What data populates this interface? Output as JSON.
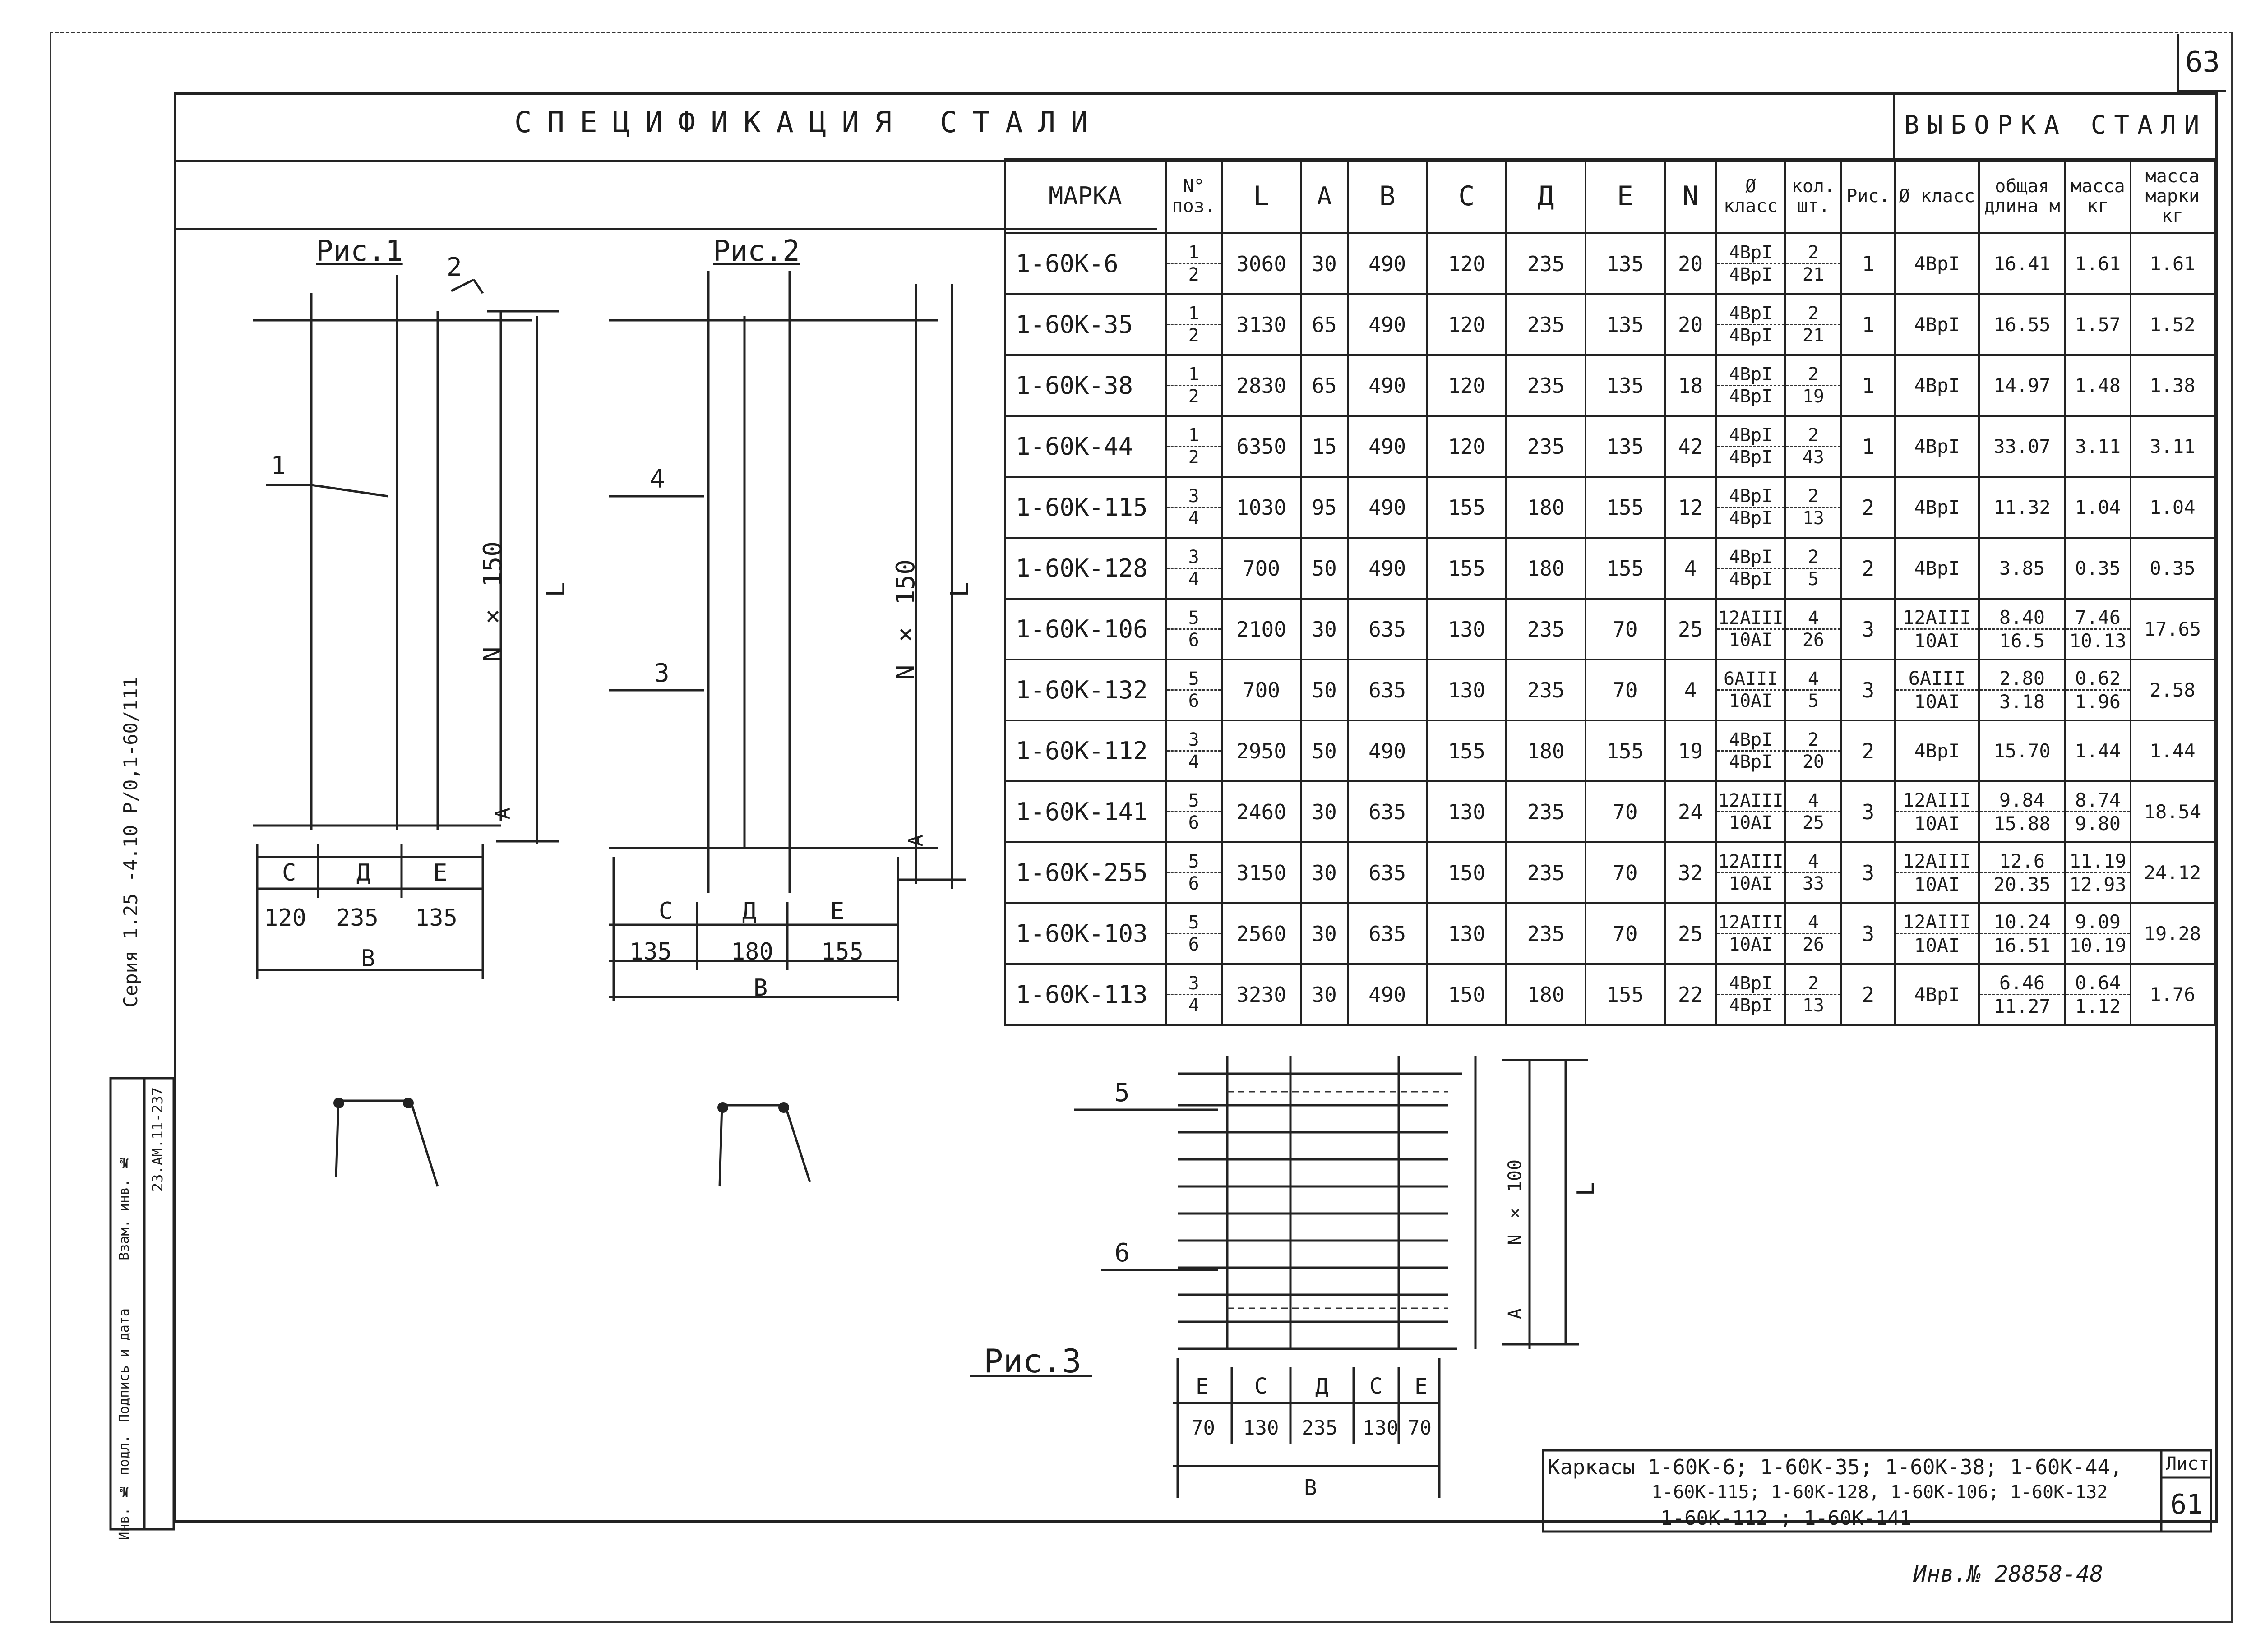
{
  "sheet_number_top": "63",
  "spec_title": "СПЕЦИФИКАЦИЯ СТАЛИ",
  "selection_title": "ВЫБОРКА СТАЛИ",
  "headers": {
    "mark": "МАРКА",
    "pos": "N° поз.",
    "L": "L",
    "A": "A",
    "B": "B",
    "C": "C",
    "D": "Д",
    "E": "Е",
    "N": "N",
    "dia": "Ø класс",
    "qty": "кол. шт.",
    "fig": "Рис.",
    "sel_dia": "Ø класс",
    "total_length": "общая длина м",
    "mass_kg": "масса кг",
    "mark_mass": "масса марки кг"
  },
  "rows": [
    {
      "mark": "1-60К-6",
      "pos": [
        "1",
        "2"
      ],
      "L": "3060",
      "A": "30",
      "B": "490",
      "C": "120",
      "D": "235",
      "E": "135",
      "N": "20",
      "dia": [
        "4ВрI",
        "4ВрI"
      ],
      "qty": [
        "2",
        "21"
      ],
      "fig": "1",
      "sel_dia": [
        "4ВрI"
      ],
      "len": [
        "16.41"
      ],
      "mass": [
        "1.61"
      ],
      "total": "1.61"
    },
    {
      "mark": "1-60К-35",
      "pos": [
        "1",
        "2"
      ],
      "L": "3130",
      "A": "65",
      "B": "490",
      "C": "120",
      "D": "235",
      "E": "135",
      "N": "20",
      "dia": [
        "4ВрI",
        "4ВрI"
      ],
      "qty": [
        "2",
        "21"
      ],
      "fig": "1",
      "sel_dia": [
        "4ВрI"
      ],
      "len": [
        "16.55"
      ],
      "mass": [
        "1.57"
      ],
      "total": "1.52"
    },
    {
      "mark": "1-60К-38",
      "pos": [
        "1",
        "2"
      ],
      "L": "2830",
      "A": "65",
      "B": "490",
      "C": "120",
      "D": "235",
      "E": "135",
      "N": "18",
      "dia": [
        "4ВрI",
        "4ВрI"
      ],
      "qty": [
        "2",
        "19"
      ],
      "fig": "1",
      "sel_dia": [
        "4ВрI"
      ],
      "len": [
        "14.97"
      ],
      "mass": [
        "1.48"
      ],
      "total": "1.38"
    },
    {
      "mark": "1-60К-44",
      "pos": [
        "1",
        "2"
      ],
      "L": "6350",
      "A": "15",
      "B": "490",
      "C": "120",
      "D": "235",
      "E": "135",
      "N": "42",
      "dia": [
        "4ВрI",
        "4ВрI"
      ],
      "qty": [
        "2",
        "43"
      ],
      "fig": "1",
      "sel_dia": [
        "4ВрI"
      ],
      "len": [
        "33.07"
      ],
      "mass": [
        "3.11"
      ],
      "total": "3.11"
    },
    {
      "mark": "1-60К-115",
      "pos": [
        "3",
        "4"
      ],
      "L": "1030",
      "A": "95",
      "B": "490",
      "C": "155",
      "D": "180",
      "E": "155",
      "N": "12",
      "dia": [
        "4ВрI",
        "4ВрI"
      ],
      "qty": [
        "2",
        "13"
      ],
      "fig": "2",
      "sel_dia": [
        "4ВрI"
      ],
      "len": [
        "11.32"
      ],
      "mass": [
        "1.04"
      ],
      "total": "1.04"
    },
    {
      "mark": "1-60К-128",
      "pos": [
        "3",
        "4"
      ],
      "L": "700",
      "A": "50",
      "B": "490",
      "C": "155",
      "D": "180",
      "E": "155",
      "N": "4",
      "dia": [
        "4ВрI",
        "4ВрI"
      ],
      "qty": [
        "2",
        "5"
      ],
      "fig": "2",
      "sel_dia": [
        "4ВрI"
      ],
      "len": [
        "3.85"
      ],
      "mass": [
        "0.35"
      ],
      "total": "0.35"
    },
    {
      "mark": "1-60К-106",
      "pos": [
        "5",
        "6"
      ],
      "L": "2100",
      "A": "30",
      "B": "635",
      "C": "130",
      "D": "235",
      "E": "70",
      "N": "25",
      "dia": [
        "12АIII",
        "10АI"
      ],
      "qty": [
        "4",
        "26"
      ],
      "fig": "3",
      "sel_dia": [
        "12АIII",
        "10АI"
      ],
      "len": [
        "8.40",
        "16.5"
      ],
      "mass": [
        "7.46",
        "10.13"
      ],
      "total": "17.65"
    },
    {
      "mark": "1-60К-132",
      "pos": [
        "5",
        "6"
      ],
      "L": "700",
      "A": "50",
      "B": "635",
      "C": "130",
      "D": "235",
      "E": "70",
      "N": "4",
      "dia": [
        "6АIII",
        "10АI"
      ],
      "qty": [
        "4",
        "5"
      ],
      "fig": "3",
      "sel_dia": [
        "6АIII",
        "10АI"
      ],
      "len": [
        "2.80",
        "3.18"
      ],
      "mass": [
        "0.62",
        "1.96"
      ],
      "total": "2.58"
    },
    {
      "mark": "1-60К-112",
      "pos": [
        "3",
        "4"
      ],
      "L": "2950",
      "A": "50",
      "B": "490",
      "C": "155",
      "D": "180",
      "E": "155",
      "N": "19",
      "dia": [
        "4ВрI",
        "4ВрI"
      ],
      "qty": [
        "2",
        "20"
      ],
      "fig": "2",
      "sel_dia": [
        "4ВрI"
      ],
      "len": [
        "15.70"
      ],
      "mass": [
        "1.44"
      ],
      "total": "1.44"
    },
    {
      "mark": "1-60К-141",
      "pos": [
        "5",
        "6"
      ],
      "L": "2460",
      "A": "30",
      "B": "635",
      "C": "130",
      "D": "235",
      "E": "70",
      "N": "24",
      "dia": [
        "12АIII",
        "10АI"
      ],
      "qty": [
        "4",
        "25"
      ],
      "fig": "3",
      "sel_dia": [
        "12АIII",
        "10АI"
      ],
      "len": [
        "9.84",
        "15.88"
      ],
      "mass": [
        "8.74",
        "9.80"
      ],
      "total": "18.54"
    },
    {
      "mark": "1-60К-255",
      "pos": [
        "5",
        "6"
      ],
      "L": "3150",
      "A": "30",
      "B": "635",
      "C": "150",
      "D": "235",
      "E": "70",
      "N": "32",
      "dia": [
        "12АIII",
        "10АI"
      ],
      "qty": [
        "4",
        "33"
      ],
      "fig": "3",
      "sel_dia": [
        "12АIII",
        "10АI"
      ],
      "len": [
        "12.6",
        "20.35"
      ],
      "mass": [
        "11.19",
        "12.93"
      ],
      "total": "24.12"
    },
    {
      "mark": "1-60К-103",
      "pos": [
        "5",
        "6"
      ],
      "L": "2560",
      "A": "30",
      "B": "635",
      "C": "130",
      "D": "235",
      "E": "70",
      "N": "25",
      "dia": [
        "12АIII",
        "10АI"
      ],
      "qty": [
        "4",
        "26"
      ],
      "fig": "3",
      "sel_dia": [
        "12АIII",
        "10АI"
      ],
      "len": [
        "10.24",
        "16.51"
      ],
      "mass": [
        "9.09",
        "10.19"
      ],
      "total": "19.28"
    },
    {
      "mark": "1-60К-113",
      "pos": [
        "3",
        "4"
      ],
      "L": "3230",
      "A": "30",
      "B": "490",
      "C": "150",
      "D": "180",
      "E": "155",
      "N": "22",
      "dia": [
        "4ВрI",
        "4ВрI"
      ],
      "qty": [
        "2",
        "13"
      ],
      "fig": "2",
      "sel_dia": [
        "4ВрI"
      ],
      "len": [
        "6.46",
        "11.27"
      ],
      "mass": [
        "0.64",
        "1.12"
      ],
      "total": "1.76"
    }
  ],
  "fig1": {
    "label": "Рис.1",
    "pos1": "1",
    "pos2": "2",
    "dim_n": "N × 150",
    "dim_l": "L",
    "dim_a": "A",
    "c": "C",
    "d": "Д",
    "e": "Е",
    "c_val": "120",
    "d_val": "235",
    "e_val": "135",
    "b": "B"
  },
  "fig2": {
    "label": "Рис.2",
    "pos3": "3",
    "pos4": "4",
    "dim_n": "N × 150",
    "dim_l": "L",
    "dim_a": "A",
    "c": "С",
    "d": "Д",
    "e": "Е",
    "c_val": "135",
    "d_val": "180",
    "e_val": "155",
    "b": "B"
  },
  "fig3": {
    "label": "Рис.3",
    "pos5": "5",
    "pos6": "6",
    "dim_n": "N × 100",
    "dim_l": "L",
    "dim_a": "A",
    "e1": "Е",
    "c1": "С",
    "d": "Д",
    "c2": "С",
    "e2": "Е",
    "v1": "70",
    "v2": "130",
    "v3": "235",
    "v4": "130",
    "v5": "70",
    "b": "B"
  },
  "stamp": {
    "line1": "Каркасы 1-60К-6; 1-60К-35; 1-60К-38; 1-60К-44,",
    "line2": "1-60К-115; 1-60К-128, 1-60К-106; 1-60К-132",
    "line3": "1-60К-112 ; 1-60К-141",
    "sheet_label": "Лист",
    "sheet_number": "61"
  },
  "series_text": "Серия 1.25 -4.10 Р/0,1-60/111",
  "side_labels": [
    "Инв. № подл.",
    "Подпись и дата",
    "Взам. инв. №"
  ],
  "side_code": "23.АМ.11-237",
  "inventory": "Инв.№ 28858-48"
}
